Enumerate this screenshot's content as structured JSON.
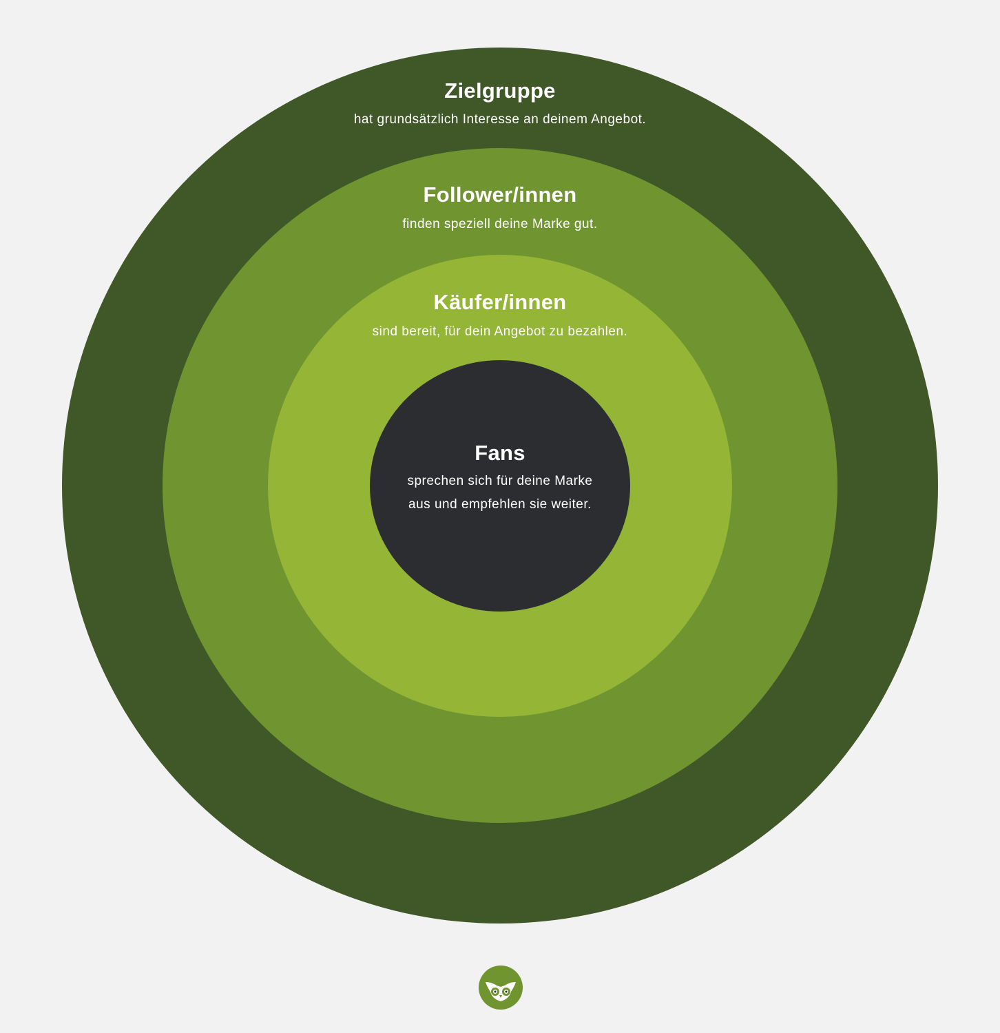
{
  "colors": {
    "background": "#f2f2f2",
    "outer": "#405827",
    "second": "#709530",
    "third": "#94b536",
    "core": "#2b2d30",
    "text": "#ffffff",
    "logo": "#709530"
  },
  "rings": {
    "outer": {
      "title": "Zielgruppe",
      "description": "hat grundsätzlich Interesse an deinem Angebot."
    },
    "second": {
      "title": "Follower/innen",
      "description": "finden speziell deine Marke gut."
    },
    "third": {
      "title": "Käufer/innen",
      "description": "sind bereit, für dein Angebot zu bezahlen."
    },
    "core": {
      "title": "Fans",
      "description_lines": [
        "sprechen sich für deine Marke",
        "aus und empfehlen sie weiter."
      ]
    }
  },
  "logo": {
    "icon": "owl-icon"
  }
}
